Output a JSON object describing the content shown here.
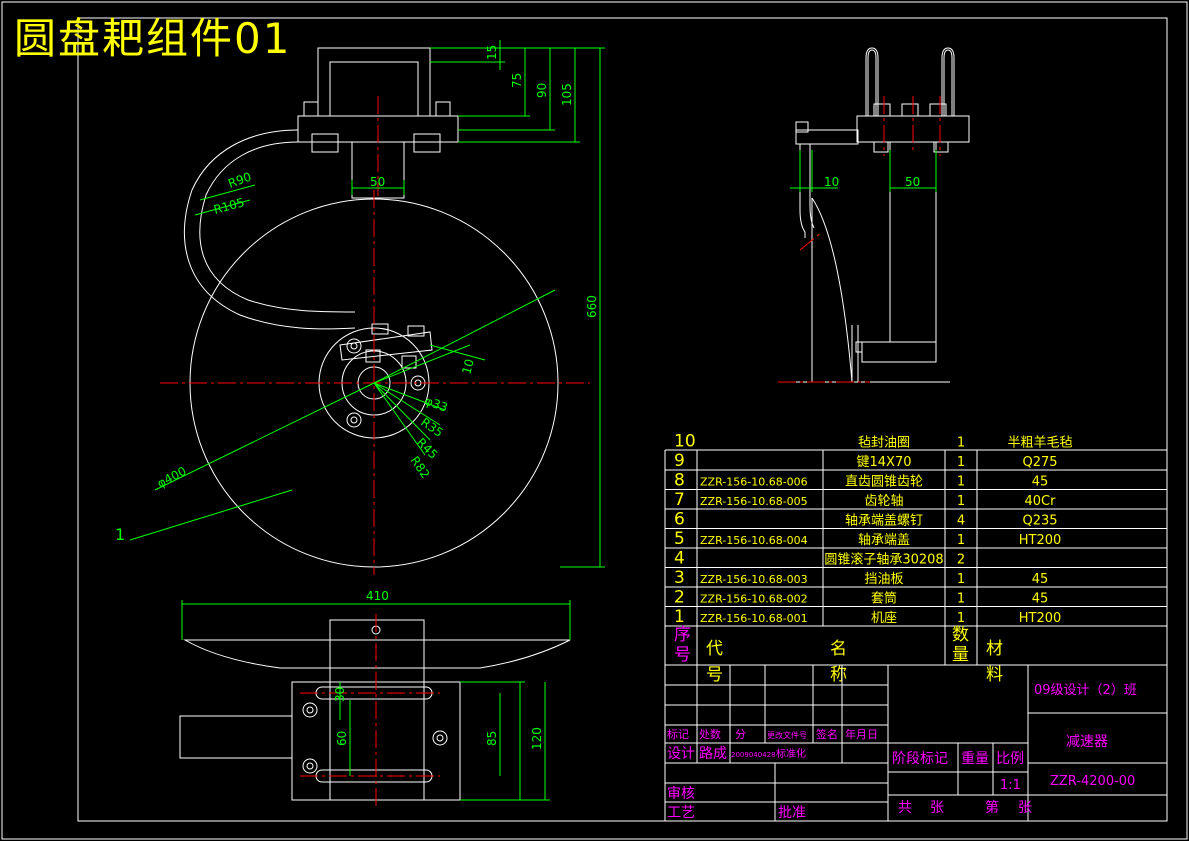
{
  "title": "圆盘耙组件01",
  "colors": {
    "background": "#000000",
    "line": "#ffffff",
    "dimension": "#00ff00",
    "center": "#ff0000",
    "table_text": "#ffff00",
    "table_header": "#ff00ff",
    "title_color": "#ffff00"
  },
  "dims_front": {
    "d15": "15",
    "d75": "75",
    "d90": "90",
    "d105": "105",
    "d660": "660",
    "d50": "50",
    "r90": "R90",
    "r105": "R105",
    "d10": "10",
    "phi33": "φ33",
    "r35": "R35",
    "r45": "R45",
    "r82": "R82",
    "phi400": "φ400",
    "leader1": "1"
  },
  "dims_side": {
    "d10": "10",
    "d50": "50"
  },
  "dims_bottom": {
    "d410": "410",
    "d30": "30",
    "d60": "60",
    "d85": "85",
    "d120": "120"
  },
  "parts": [
    {
      "no": "10",
      "code": "",
      "name": "毡封油圈",
      "qty": "1",
      "material": "半粗羊毛毡"
    },
    {
      "no": "9",
      "code": "",
      "name": "键14X70",
      "qty": "1",
      "material": "Q275"
    },
    {
      "no": "8",
      "code": "ZZR-156-10.68-006",
      "name": "直齿圆锥齿轮",
      "qty": "1",
      "material": "45"
    },
    {
      "no": "7",
      "code": "ZZR-156-10.68-005",
      "name": "齿轮轴",
      "qty": "1",
      "material": "40Cr"
    },
    {
      "no": "6",
      "code": "",
      "name": "轴承端盖螺钉",
      "qty": "4",
      "material": "Q235"
    },
    {
      "no": "5",
      "code": "ZZR-156-10.68-004",
      "name": "轴承端盖",
      "qty": "1",
      "material": "HT200"
    },
    {
      "no": "4",
      "code": "",
      "name": "圆锥滚子轴承30208",
      "qty": "2",
      "material": ""
    },
    {
      "no": "3",
      "code": "ZZR-156-10.68-003",
      "name": "挡油板",
      "qty": "1",
      "material": "45"
    },
    {
      "no": "2",
      "code": "ZZR-156-10.68-002",
      "name": "套筒",
      "qty": "1",
      "material": "45"
    },
    {
      "no": "1",
      "code": "ZZR-156-10.68-001",
      "name": "机座",
      "qty": "1",
      "material": "HT200"
    }
  ],
  "header": {
    "xu": "序",
    "hao": "号",
    "dai": "代",
    "hao2": "号",
    "ming": "名",
    "cheng": "称",
    "shu": "数",
    "liang": "量",
    "cai": "材",
    "liao": "料"
  },
  "titleblock": {
    "class_name": "09级设计（2）班",
    "product": "减速器",
    "drawing_no": "ZZR-4200-00",
    "biaoji": "标记",
    "chushu": "处数",
    "fen": "分",
    "wenjian": "更改文件号",
    "qianming": "签名",
    "nianyue": "年月日",
    "sheji": "设计",
    "designer": "路成",
    "date": "2009040428",
    "biaozhun": "标准化",
    "shenhe": "审核",
    "gongyi": "工艺",
    "pizhun": "批准",
    "jieduan": "阶段标记",
    "zhongliang": "重量",
    "bili": "比例",
    "scale": "1:1",
    "gong": "共",
    "zhang": "张",
    "di": "第",
    "zhang2": "张"
  }
}
